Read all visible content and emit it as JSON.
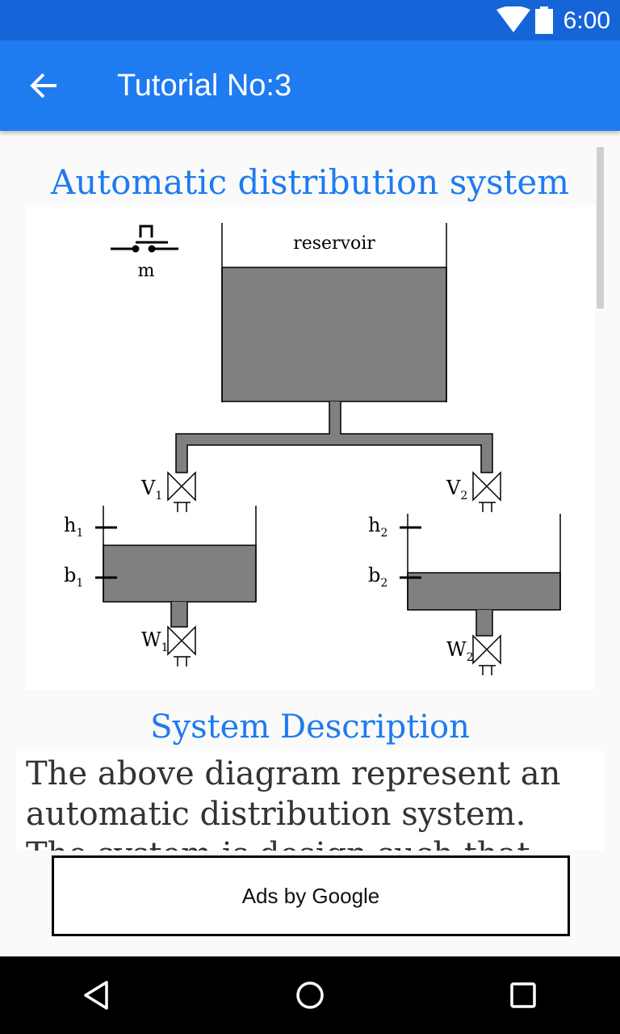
{
  "status_bar": {
    "time": "6:00"
  },
  "app_bar": {
    "title": "Tutorial No:3"
  },
  "content": {
    "diagram_title": "Automatic distribution system",
    "diagram_labels": {
      "switch": "m",
      "reservoir": "reservoir",
      "v1": "V",
      "v1_sub": "1",
      "v2": "V",
      "v2_sub": "2",
      "h1": "h",
      "h1_sub": "1",
      "b1": "b",
      "b1_sub": "1",
      "h2": "h",
      "h2_sub": "2",
      "b2": "b",
      "b2_sub": "2",
      "w1": "W",
      "w1_sub": "1",
      "w2": "W",
      "w2_sub": "2"
    },
    "description_title": "System Description",
    "description_text": "The above diagram represent an automatic distribution system. The system is design such that"
  },
  "ad": {
    "label": "Ads by Google"
  },
  "colors": {
    "primary": "#1e7bf0",
    "status_bar": "#1565d8",
    "liquid": "#808080"
  }
}
